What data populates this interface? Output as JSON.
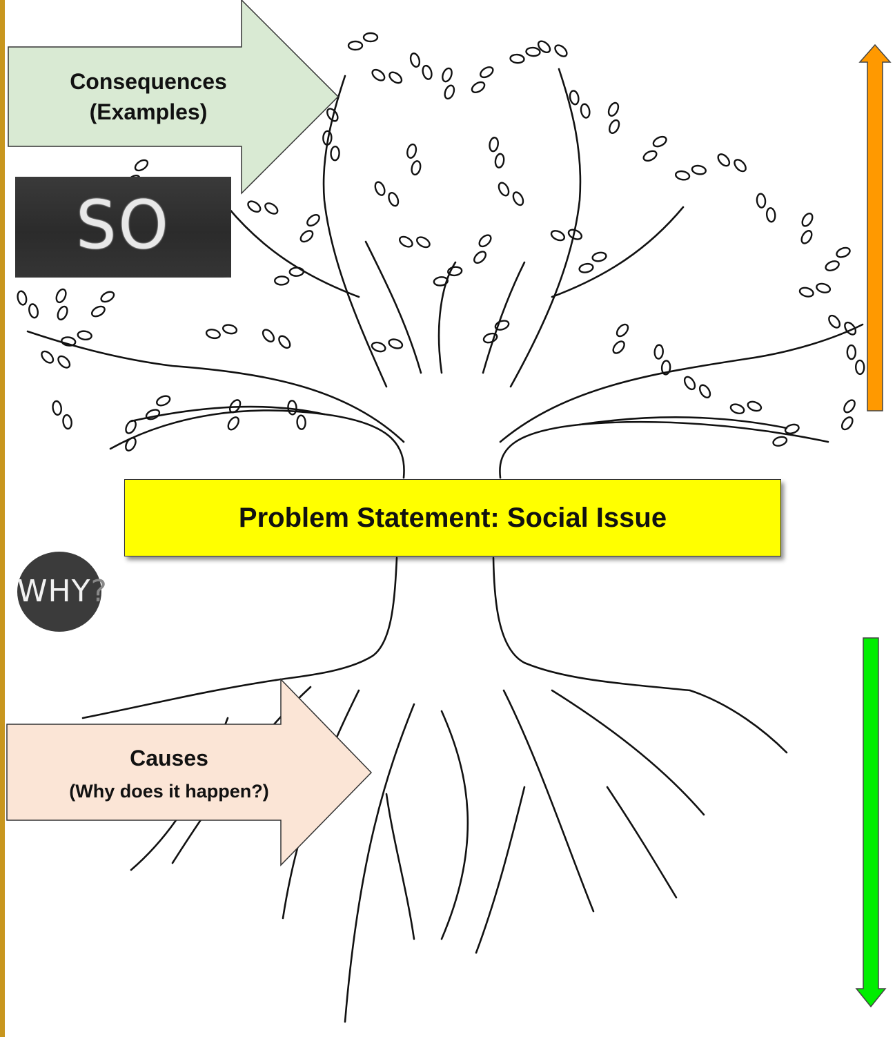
{
  "consequences": {
    "title": "Consequences",
    "subtitle": "(Examples)",
    "fill": "#d9ead3"
  },
  "causes": {
    "title": "Causes",
    "subtitle": "(Why does it happen?)",
    "fill": "#fbe5d6"
  },
  "problem": {
    "label": "Problem Statement: Social Issue",
    "fill": "#ffff00"
  },
  "so_what_image": {
    "text": "SO WHAT?"
  },
  "why_badge": {
    "text": "WHY",
    "mark": "?"
  },
  "arrows": {
    "up_color": "#ff9900",
    "down_color": "#00ee00"
  }
}
